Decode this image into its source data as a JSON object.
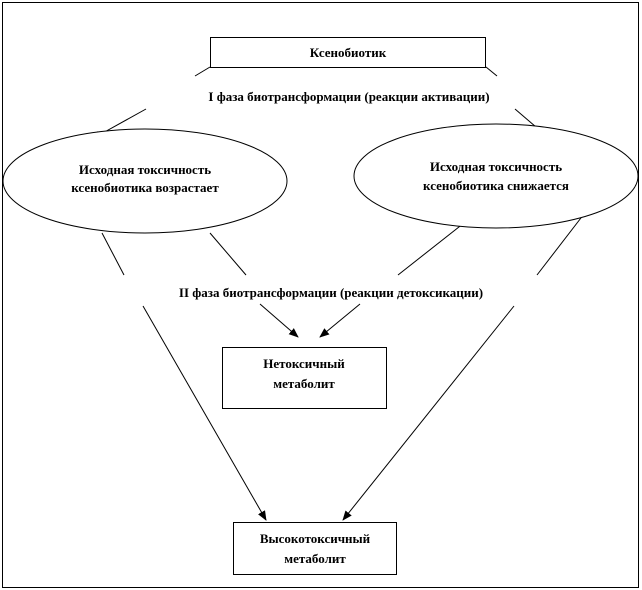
{
  "diagram": {
    "xenobiotic": "Ксенобиотик",
    "phase1": "I фаза биотрансформации (реакции активации)",
    "left_ellipse": {
      "line1": "Исходная токсичность",
      "line2": "ксенобиотика возрастает"
    },
    "right_ellipse": {
      "line1": "Исходная токсичность",
      "line2": "ксенобиотика снижается"
    },
    "phase2": "II фаза биотрансформации (реакции детоксикации)",
    "nontoxic": {
      "line1": "Нетоксичный",
      "line2": "метаболит"
    },
    "hightoxic": {
      "line1": "Высокотоксичный",
      "line2": "метаболит"
    }
  }
}
